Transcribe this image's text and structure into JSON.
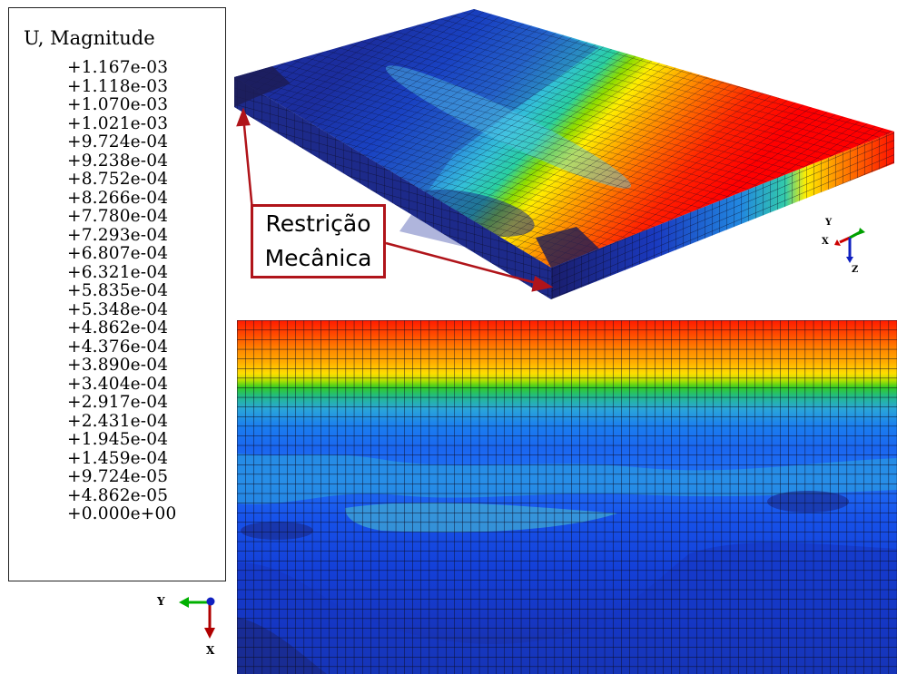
{
  "legend": {
    "title": "U, Magnitude",
    "values": [
      "+1.167e-03",
      "+1.118e-03",
      "+1.070e-03",
      "+1.021e-03",
      "+9.724e-04",
      "+9.238e-04",
      "+8.752e-04",
      "+8.266e-04",
      "+7.780e-04",
      "+7.293e-04",
      "+6.807e-04",
      "+6.321e-04",
      "+5.835e-04",
      "+5.348e-04",
      "+4.862e-04",
      "+4.376e-04",
      "+3.890e-04",
      "+3.404e-04",
      "+2.917e-04",
      "+2.431e-04",
      "+1.945e-04",
      "+1.459e-04",
      "+9.724e-05",
      "+4.862e-05",
      "+0.000e+00"
    ],
    "colors": [
      "#ff0000",
      "#ff3200",
      "#ff5a00",
      "#ff7f00",
      "#dc8c46",
      "#ff9900",
      "#ffaf00",
      "#ffbf00",
      "#ffd700",
      "#ffff00",
      "#99dd00",
      "#33cc00",
      "#00c391",
      "#00ccaa",
      "#44ddbb",
      "#77eecc",
      "#66e3ee",
      "#00ccff",
      "#0099ff",
      "#0066ff",
      "#0033ff",
      "#0000ff",
      "#1c1caa",
      "#202070",
      "#2a2a55"
    ]
  },
  "callout": {
    "line1": "Restrição",
    "line2": "Mecânica"
  },
  "triad_iso": {
    "y": "Y",
    "x": "X",
    "z": "Z"
  },
  "triad_top": {
    "y": "Y",
    "x": "X"
  }
}
